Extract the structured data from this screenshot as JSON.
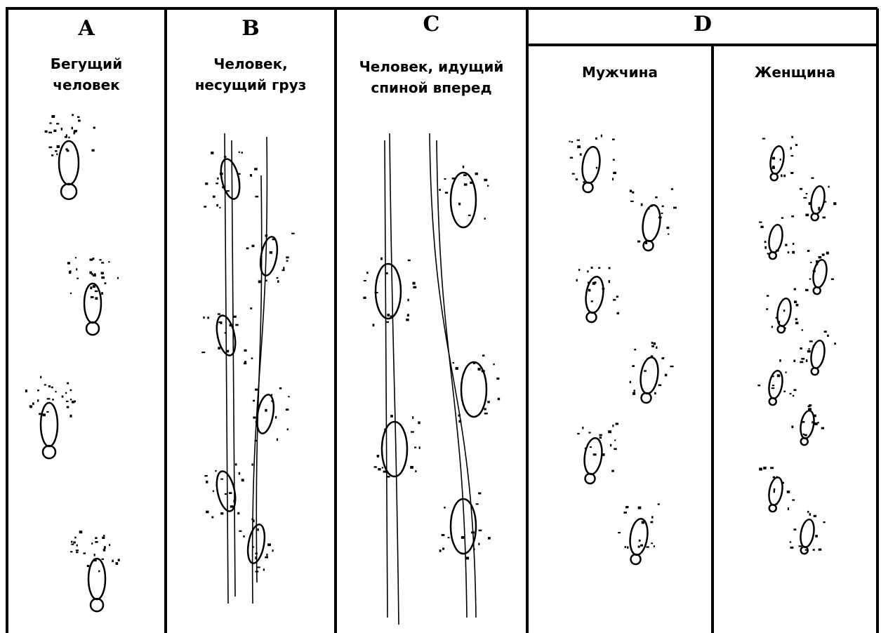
{
  "figure": {
    "colors": {
      "ink": "#000000",
      "paper": "#ffffff"
    },
    "panels": [
      {
        "id": "A",
        "letter": "A",
        "caption_lines": [
          "Бегущий",
          "человек"
        ]
      },
      {
        "id": "B",
        "letter": "B",
        "caption_lines": [
          "Человек,",
          "несущий груз"
        ]
      },
      {
        "id": "C",
        "letter": "C",
        "caption_lines": [
          "Человек, идущий",
          "спиной вперед"
        ]
      },
      {
        "id": "D",
        "letter": "D",
        "sub_panels": [
          {
            "id": "D-man",
            "caption": "Мужчина"
          },
          {
            "id": "D-woman",
            "caption": "Женщина"
          }
        ]
      }
    ],
    "icons": [
      "footprint-icon",
      "drag-line-icon"
    ]
  }
}
